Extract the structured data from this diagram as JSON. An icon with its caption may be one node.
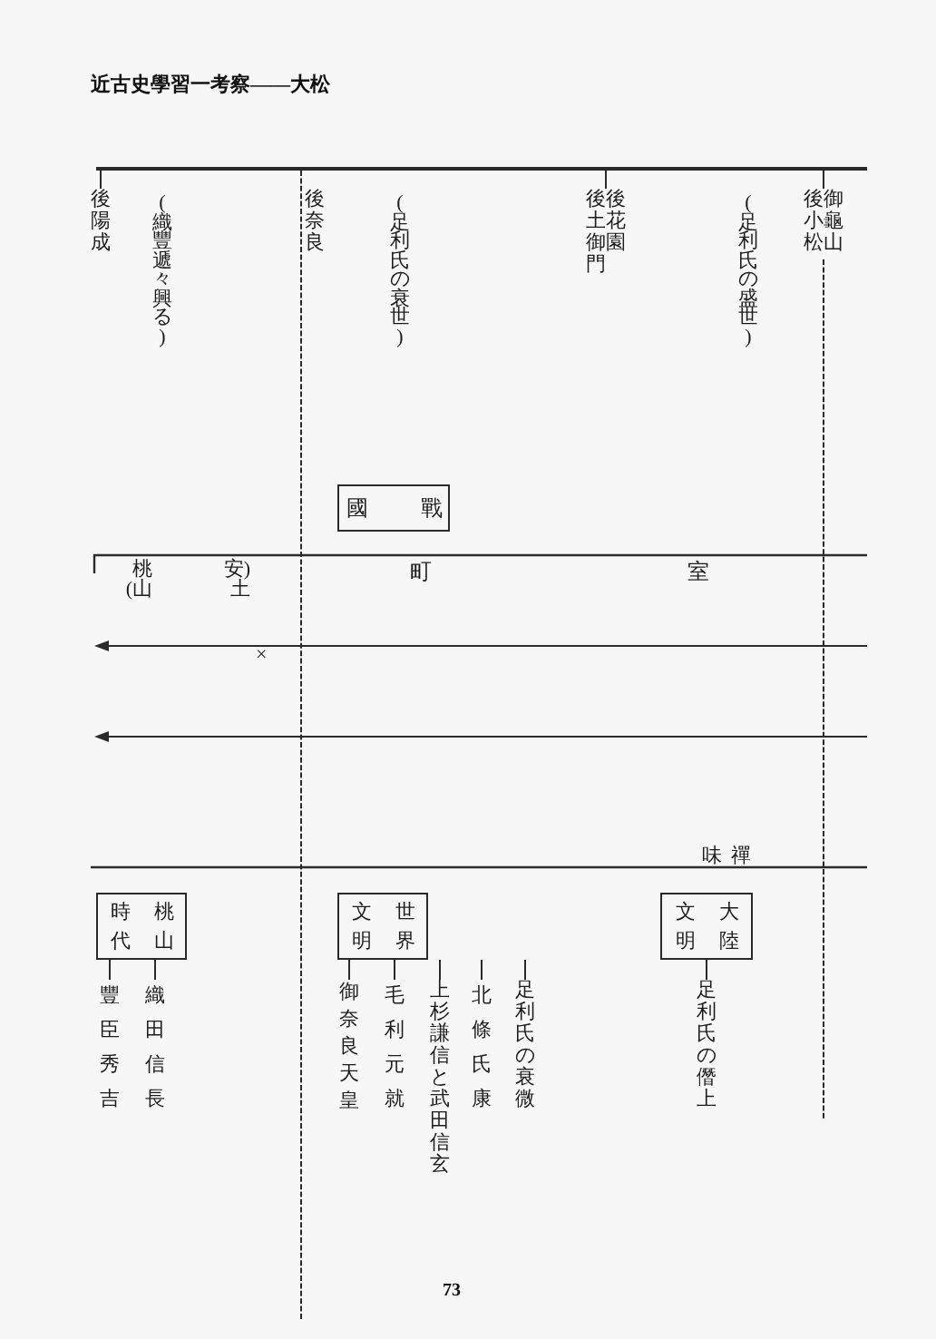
{
  "diagram": {
    "title": "近古史學習一考察——大松",
    "nodes": [
      {
        "text": [],
        "shape": "bar"
      },
      {
        "text": [
          "御龜山"
        ]
      },
      {
        "text": [
          "後小松"
        ]
      },
      {
        "text": [
          "後花園"
        ]
      },
      {
        "text": [
          "後土御門"
        ]
      },
      {
        "text": [
          "後陽成"
        ]
      },
      {
        "text": [
          "戰國"
        ]
      },
      {
        "text": [
          "大陸文明"
        ]
      },
      {
        "text": [
          "足利氏の僭上"
        ]
      },
      {
        "text": [
          "世界文明"
        ]
      },
      {
        "text": [
          "足利氏の衰微"
        ]
      },
      {
        "text": [
          "北條氏康"
        ]
      },
      {
        "text": [
          "上杉謙信と武田信玄"
        ]
      },
      {
        "text": [
          "毛利元就"
        ]
      },
      {
        "text": [
          "御奈良天皇"
        ]
      },
      {
        "text": [
          "桃山時代"
        ]
      },
      {
        "text": [
          "織田信長"
        ]
      },
      {
        "text": [
          "豐臣秀吉"
        ]
      }
    ],
    "edges": [
      {
        "from": 0,
        "to": 1,
        "arrow": "none"
      },
      {
        "from": 0,
        "to": 2,
        "arrow": "none"
      },
      {
        "from": 0,
        "to": 3,
        "arrow": "none"
      },
      {
        "from": 0,
        "to": 4,
        "arrow": "none"
      },
      {
        "from": 0,
        "to": 5,
        "arrow": "none"
      },
      {
        "from": 7,
        "to": 8,
        "arrow": "none"
      },
      {
        "from": null,
        "to": 10,
        "arrow": "none"
      },
      {
        "from": null,
        "to": 11,
        "arrow": "none"
      },
      {
        "from": null,
        "to": 12,
        "arrow": "none"
      },
      {
        "from": 9,
        "to": 13,
        "arrow": "none"
      },
      {
        "from": 9,
        "to": 14,
        "arrow": "none"
      },
      {
        "from": 15,
        "to": 16,
        "arrow": "none"
      },
      {
        "from": 15,
        "to": 17,
        "arrow": "none"
      }
    ],
    "labels": [
      "(足利氏の盛世)",
      "(足利氏の衰世)",
      "後奈良",
      "(織豐遞々興る)",
      "室町",
      "(安土桃山)",
      "×",
      "禪味",
      "73"
    ]
  }
}
